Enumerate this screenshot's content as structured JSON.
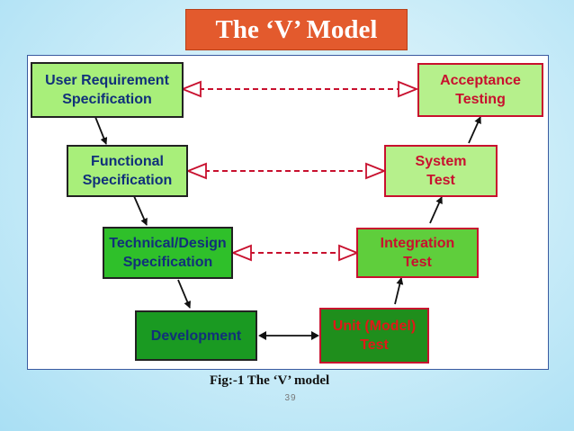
{
  "title": "The ‘V’ Model",
  "boxes": {
    "user_req": "User Requirement\nSpecification",
    "functional": "Functional\nSpecification",
    "technical": "Technical/Design\nSpecification",
    "development": "Development",
    "unit": "Unit (Model)\nTest",
    "integration": "Integration\nTest",
    "system": "System\nTest",
    "acceptance": "Acceptance\nTesting"
  },
  "caption": "Fig:-1 The ‘V’ model",
  "page_number": "39",
  "colors": {
    "title_bg": "#e35a2d",
    "left_text": "#11307a",
    "right_text": "#c8102e",
    "dashed_line": "#c8102e"
  }
}
